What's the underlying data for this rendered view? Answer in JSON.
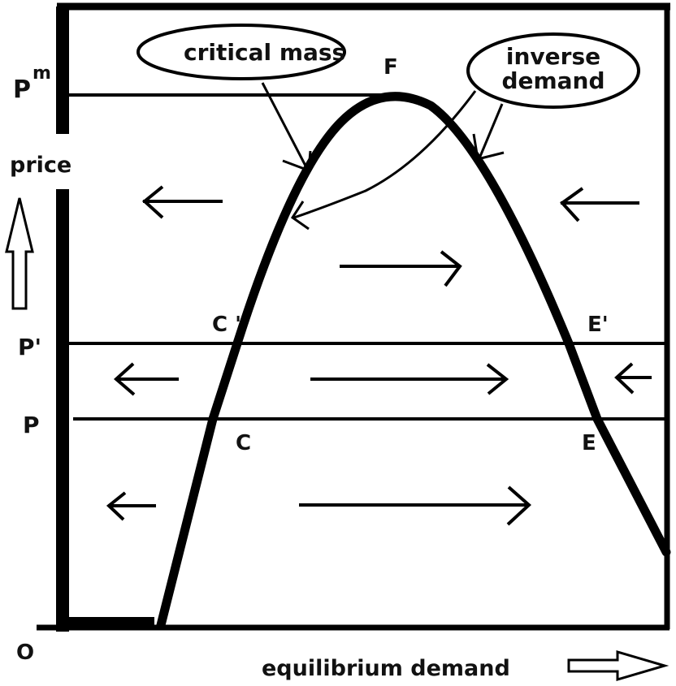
{
  "diagram": {
    "axes": {
      "y_label": "price",
      "x_label": "equilibrium demand",
      "origin_label": "O"
    },
    "price_levels": {
      "pm_base": "P",
      "pm_sup": "m",
      "p_prime": "P'",
      "p": "P"
    },
    "points": {
      "peak": "F",
      "c_prime": "C '",
      "c": "C",
      "e_prime": "E'",
      "e": "E"
    },
    "callouts": {
      "critical_mass": "critical mass",
      "inverse_demand_line1": "inverse",
      "inverse_demand_line2": "demand"
    },
    "colors": {
      "ink": "#000000",
      "background": "#ffffff"
    }
  }
}
